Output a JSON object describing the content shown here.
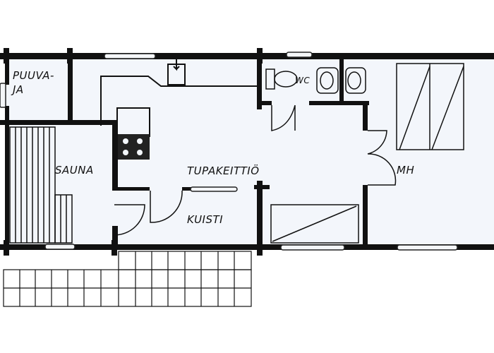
{
  "plan": {
    "rooms": {
      "woodshed_line1": "PUUVA-",
      "woodshed_line2": "JA",
      "sauna": "SAUNA",
      "living_kitchen": "TUPAKEITTIÖ",
      "porch": "KUISTI",
      "wc": "WC",
      "bedroom": "MH"
    },
    "colors": {
      "wall": "#111111",
      "floor": "#f3f6fb",
      "background": "#ffffff"
    }
  }
}
